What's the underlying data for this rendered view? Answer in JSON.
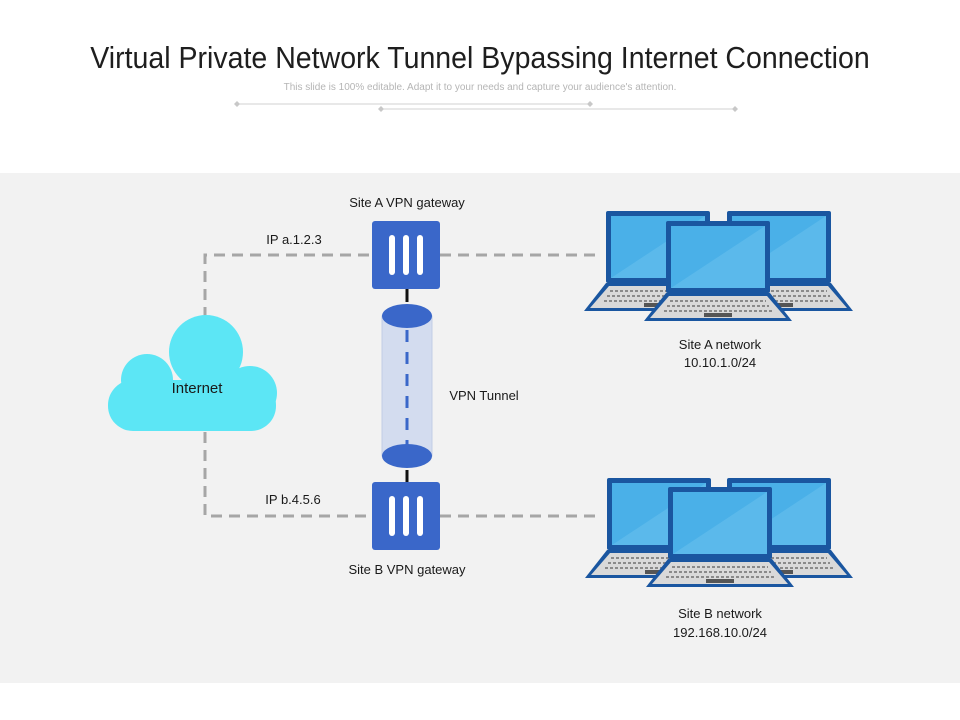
{
  "header": {
    "title": "Virtual Private Network Tunnel Bypassing Internet Connection",
    "subtitle": "This slide is 100% editable. Adapt it to your needs and capture your audience's attention."
  },
  "diagram": {
    "internet_label": "Internet",
    "site_a_gateway": "Site A VPN gateway",
    "site_b_gateway": "Site B VPN gateway",
    "ip_a": "IP a.1.2.3",
    "ip_b": "IP b.4.5.6",
    "tunnel_label": "VPN Tunnel",
    "site_a_network": "Site A network",
    "site_a_subnet": "10.10.1.0/24",
    "site_b_network": "Site B network",
    "site_b_subnet": "192.168.10.0/24"
  },
  "colors": {
    "gateway_blue": "#3a67c9",
    "laptop_frame": "#1a56a0",
    "laptop_screen": "#4ab0e8",
    "cloud": "#5ce6f5",
    "tunnel_body": "#d3dcef",
    "dashed_line": "#a6a6a6"
  }
}
